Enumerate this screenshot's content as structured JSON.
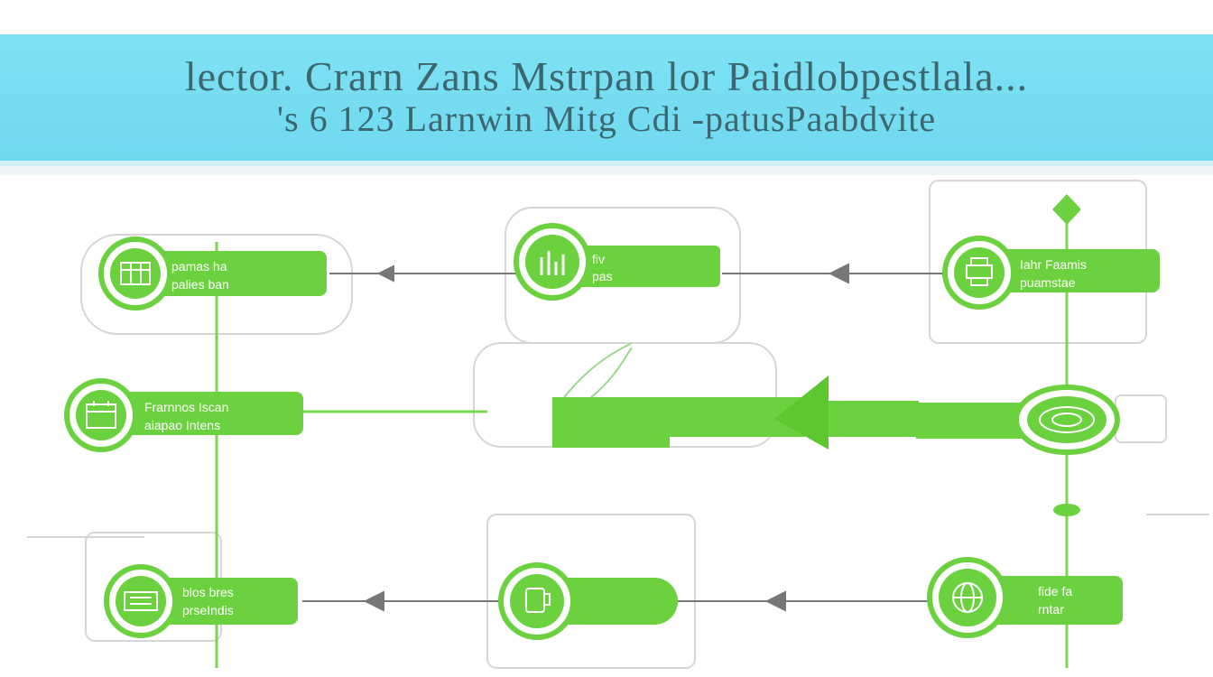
{
  "header": {
    "title_line1": "lector. Crarn Zans Mstrpan lor Paidlobpestlala...",
    "title_line2": "'s 6 123 Larnwin Mitg Cdi -patusPaabdvite"
  },
  "colors": {
    "banner": "#72dcf0",
    "node_green": "#6cd13f",
    "node_dark": "#4fb51e",
    "connector": "#707070",
    "frame": "#d4d4d4"
  },
  "nodes": [
    {
      "id": "top-left",
      "icon": "table-icon",
      "label_line1": "pamas ha",
      "label_line2": "palies ban"
    },
    {
      "id": "top-middle",
      "icon": "chart-icon",
      "label_line1": "fiv",
      "label_line2": "pas"
    },
    {
      "id": "top-right",
      "icon": "printer-icon",
      "label_line1": "Iahr Faamis",
      "label_line2": "puamstae"
    },
    {
      "id": "middle-left",
      "icon": "calendar-icon",
      "label_line1": "Frarnnos Iscan",
      "label_line2": "aiapao Intens"
    },
    {
      "id": "middle-right",
      "icon": "disk-icon",
      "label_line1": "",
      "label_line2": ""
    },
    {
      "id": "bottom-left",
      "icon": "keyboard-icon",
      "label_line1": "blos bres",
      "label_line2": "prseIndis"
    },
    {
      "id": "bottom-middle",
      "icon": "mug-icon",
      "label_line1": "",
      "label_line2": ""
    },
    {
      "id": "bottom-right",
      "icon": "globe-icon",
      "label_line1": "fide fa",
      "label_line2": "rntar"
    }
  ]
}
